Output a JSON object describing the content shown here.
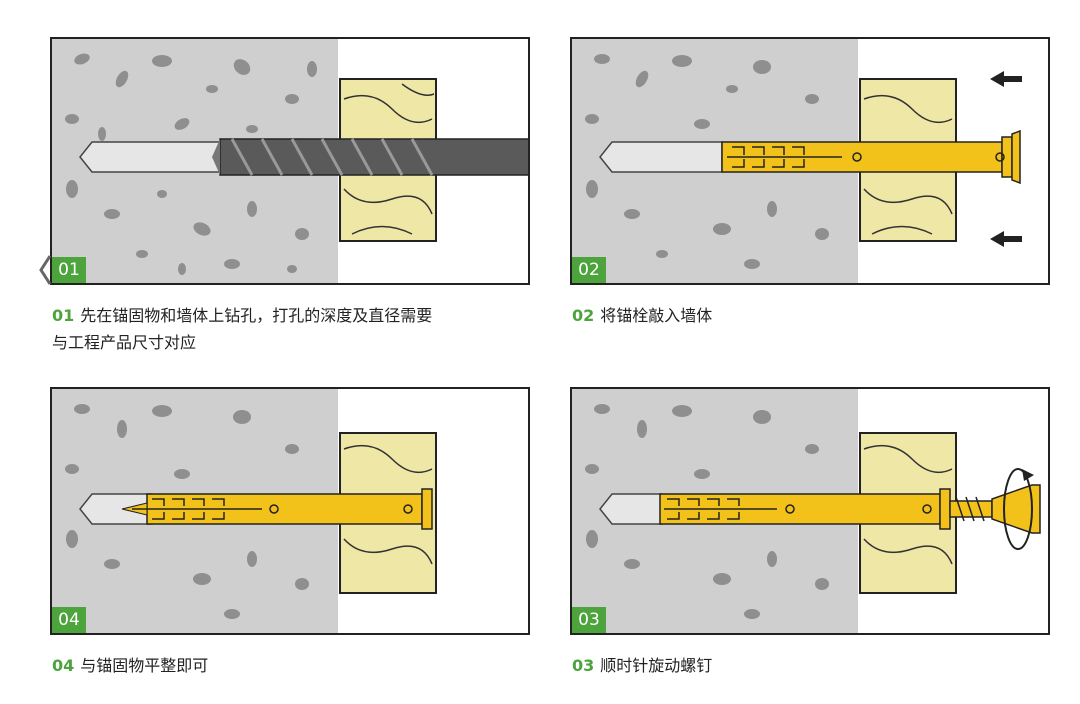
{
  "steps": [
    {
      "num": "01",
      "text": "先在锚固物和墙体上钻孔，打孔的深度及直径需要",
      "text2": "与工程产品尺寸对应"
    },
    {
      "num": "02",
      "text": "将锚栓敲入墙体"
    },
    {
      "num": "04",
      "text": "与锚固物平整即可"
    },
    {
      "num": "03",
      "text": "顺时针旋动螺钉"
    }
  ],
  "colors": {
    "accent": "#4da33c",
    "concrete": "#cfcfcf",
    "stone": "#8f8f8f",
    "wood": "#efe7a6",
    "anchor": "#f2c21b",
    "drill": "#5a5a5a"
  },
  "icons": [
    "back-chevron-icon",
    "hammer-arrow-icon",
    "rotation-arrow-icon"
  ]
}
